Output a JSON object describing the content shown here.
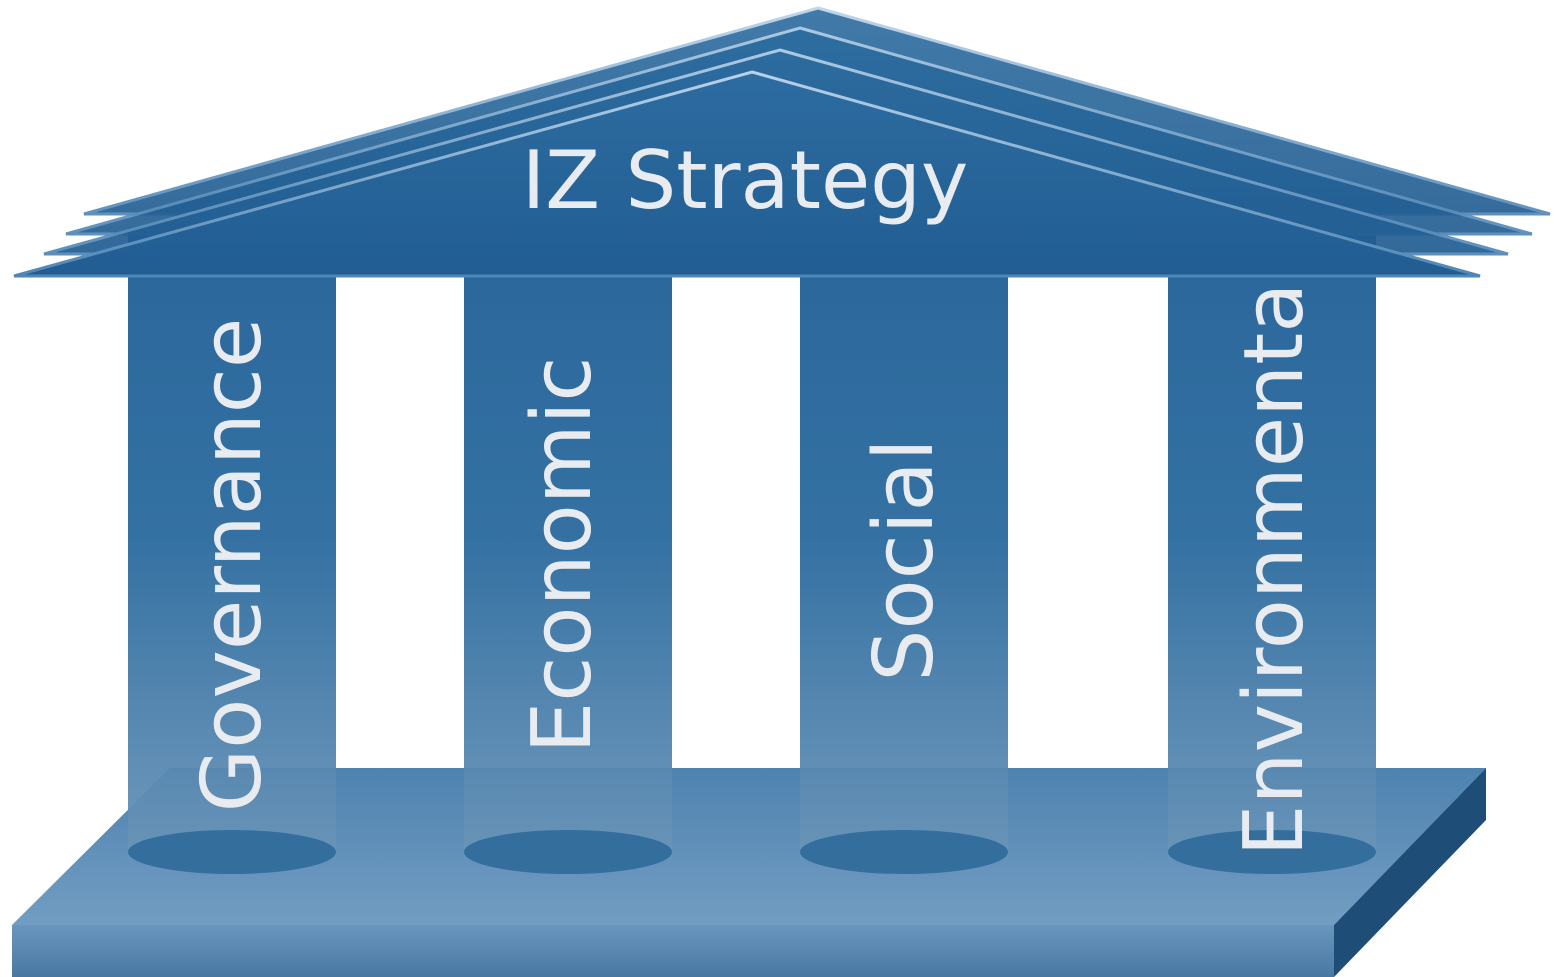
{
  "roof": {
    "title": "IZ Strategy"
  },
  "pillars": [
    {
      "label": "Governance"
    },
    {
      "label": "Economic"
    },
    {
      "label": "Social"
    },
    {
      "label": "Environmental"
    }
  ],
  "colors": {
    "pillar_top": "#1f5e95",
    "pillar_bottom": "#5d8ab1",
    "roof": "#256499",
    "base_top": "#5488b4",
    "base_front": "#4a7fac",
    "base_side": "#1e4e78",
    "label_text": "#e8ebef"
  }
}
